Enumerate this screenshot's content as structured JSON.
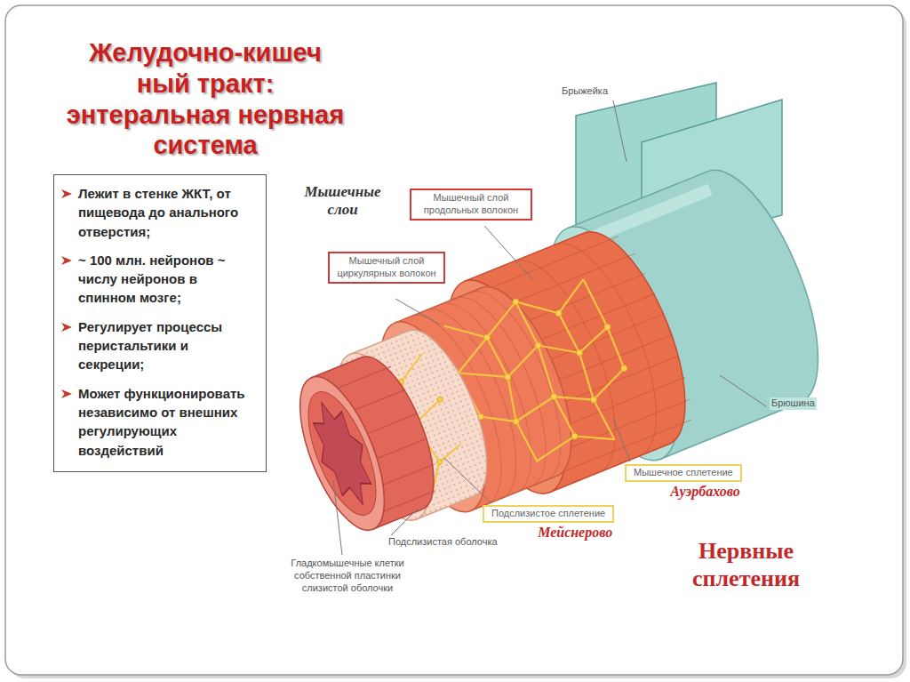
{
  "diagram": {
    "title": "Желудочно-кишеч ный тракт: энтеральная нервная система",
    "nodes": [
      {
        "text": [
          "Лежит в стенке ЖКТ, от пищевода до анального отверстия;",
          "~ 100 млн. нейронов ~ числу нейронов в спинном мозге;",
          "Регулирует процессы перистальтики и секреции;",
          "Может функционировать независимо от внешних регулирующих воздействий"
        ]
      },
      {
        "text": [
          "Мышечный слой продольных волокон"
        ]
      },
      {
        "text": [
          "Мышечный слой циркулярных волокон"
        ]
      },
      {
        "text": [
          "Мышечное сплетение",
          "Ауэрбахово"
        ]
      },
      {
        "text": [
          "Подслизистое сплетение",
          "Мейснерово"
        ]
      }
    ],
    "labels": [
      "Брыжейка",
      "Мышечные слои",
      "Брюшина",
      "Подслизистая оболочка",
      "Гладкомышечные клетки собственной пластинки слизистой оболочки",
      "Нервные сплетения"
    ]
  }
}
